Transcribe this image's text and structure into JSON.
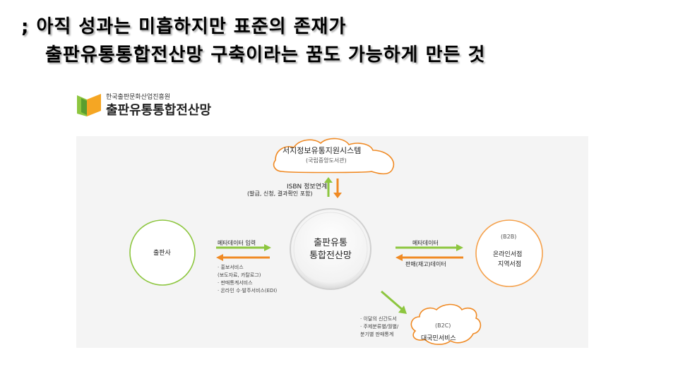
{
  "heading": {
    "line1": "; 아직 성과는 미흡하지만 표준의 존재가",
    "line2": "출판유통통합전산망 구축이라는 꿈도 가능하게 만든 것"
  },
  "logo": {
    "subtitle": "한국출판문화산업진흥원",
    "title": "출판유통통합전산망",
    "colors": {
      "green": "#8dc63f",
      "orange": "#f5a623"
    }
  },
  "diagram": {
    "top_node": {
      "title": "서지정보유통지원시스템",
      "subtitle": "(국립중앙도서관)"
    },
    "isbn_link": {
      "title": "ISBN 정보연계",
      "subtitle": "(발급, 신청, 결과확인 포함)"
    },
    "center_node": {
      "line1": "출판유통",
      "line2": "통합전산망"
    },
    "left_node": {
      "label": "출판사"
    },
    "left_arrow_label": "메타데이터 입력",
    "publisher_services": [
      "· 홍보서비스",
      "(보도자료, 카탈로그)",
      "· 판매통계서비스",
      "· 온라인 수·발주서비스(EDI)"
    ],
    "right_node": {
      "tag": "(B2B)",
      "line1": "온라인서점",
      "line2": "지역서점"
    },
    "right_top_label": "메타데이터",
    "right_bottom_label": "판매(재고)데이터",
    "b2c_node": {
      "tag": "(B2C)",
      "label": "대국민서비스"
    },
    "b2c_services": [
      "· 이달의 신간도서",
      "· 주제분류별/월별/",
      "분기별 판매통계"
    ],
    "colors": {
      "green_arrow": "#8dc63f",
      "orange_arrow": "#f08a24",
      "green_circle": "#8dc63f",
      "orange_circle": "#f5a04a"
    }
  }
}
